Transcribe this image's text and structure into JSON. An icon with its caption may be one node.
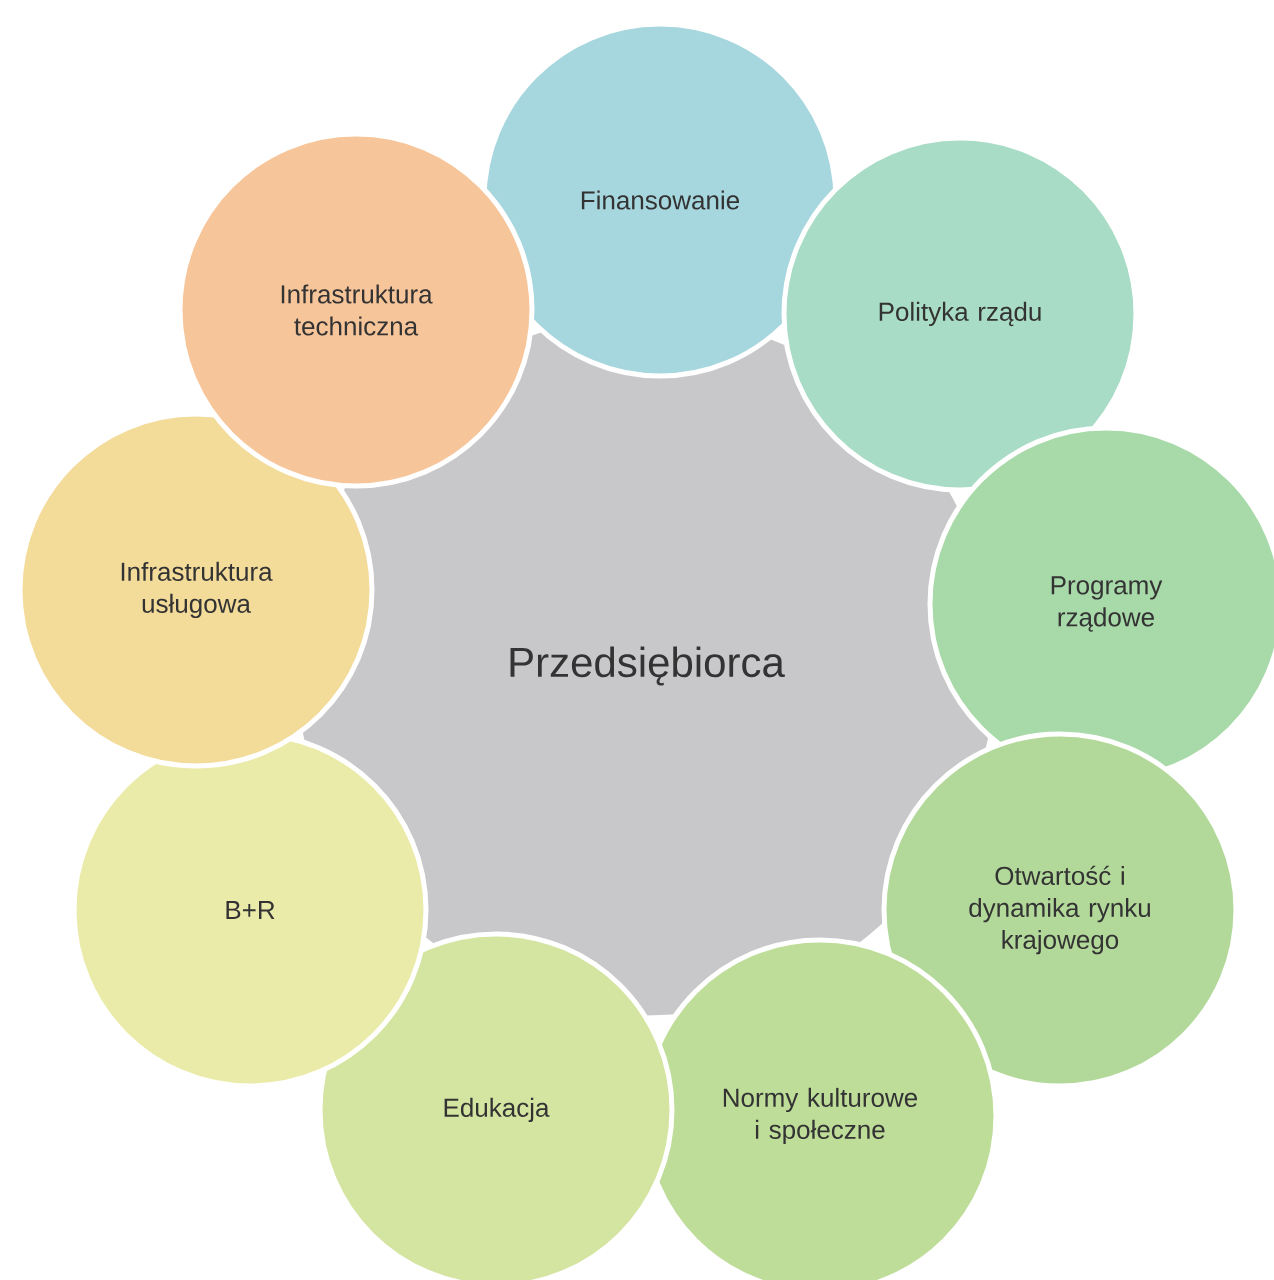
{
  "diagram": {
    "nodes": [
      {
        "text": [
          "Przedsiębiorca"
        ]
      },
      {
        "text": [
          "Finansowanie"
        ]
      },
      {
        "text": [
          "Polityka rządu"
        ]
      },
      {
        "text": [
          "Programy rządowe"
        ]
      },
      {
        "text": [
          "Otwartość i dynamika rynku krajowego"
        ]
      },
      {
        "text": [
          "Normy kulturowe i społeczne"
        ]
      },
      {
        "text": [
          "Edukacja"
        ]
      },
      {
        "text": [
          "B+R"
        ]
      },
      {
        "text": [
          "Infrastruktura usługowa"
        ]
      },
      {
        "text": [
          "Infrastruktura techniczna"
        ]
      }
    ]
  }
}
